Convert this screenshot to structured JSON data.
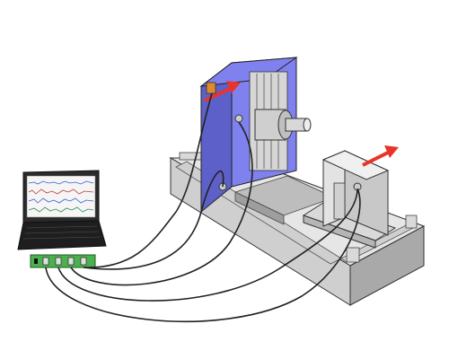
{
  "colors": {
    "background": "#ffffff",
    "base_light": "#e6e6e6",
    "base_mid": "#cfcfcf",
    "base_dark": "#a9a9a9",
    "column_blue": "#7f82ee",
    "column_blue_dark": "#5d60c9",
    "arrow_red": "#e8342b",
    "sensor_orange": "#e08a2a",
    "daq_green": "#4caf50",
    "cable": "#222222",
    "screen": "#f5f5f5",
    "keyboard": "#1e1e1e"
  },
  "components": {
    "laptop": {
      "icon": "laptop-icon"
    },
    "daq_box": {
      "icon": "data-acquisition-module-icon",
      "channels": 4
    },
    "machine_bed": {
      "icon": "machine-base-icon"
    },
    "column": {
      "icon": "spindle-column-icon"
    },
    "spindle": {
      "icon": "spindle-icon"
    },
    "workpiece_fixture": {
      "icon": "workpiece-fixture-icon"
    },
    "sensors": [
      {
        "icon": "accelerometer-icon",
        "location": "column"
      },
      {
        "icon": "accelerometer-icon",
        "location": "spindle-head"
      },
      {
        "icon": "accelerometer-icon",
        "location": "base"
      },
      {
        "icon": "accelerometer-icon",
        "location": "fixture"
      }
    ],
    "motion_arrows": [
      {
        "icon": "arrow-icon",
        "location": "column-top"
      },
      {
        "icon": "arrow-icon",
        "location": "fixture-top"
      }
    ]
  }
}
